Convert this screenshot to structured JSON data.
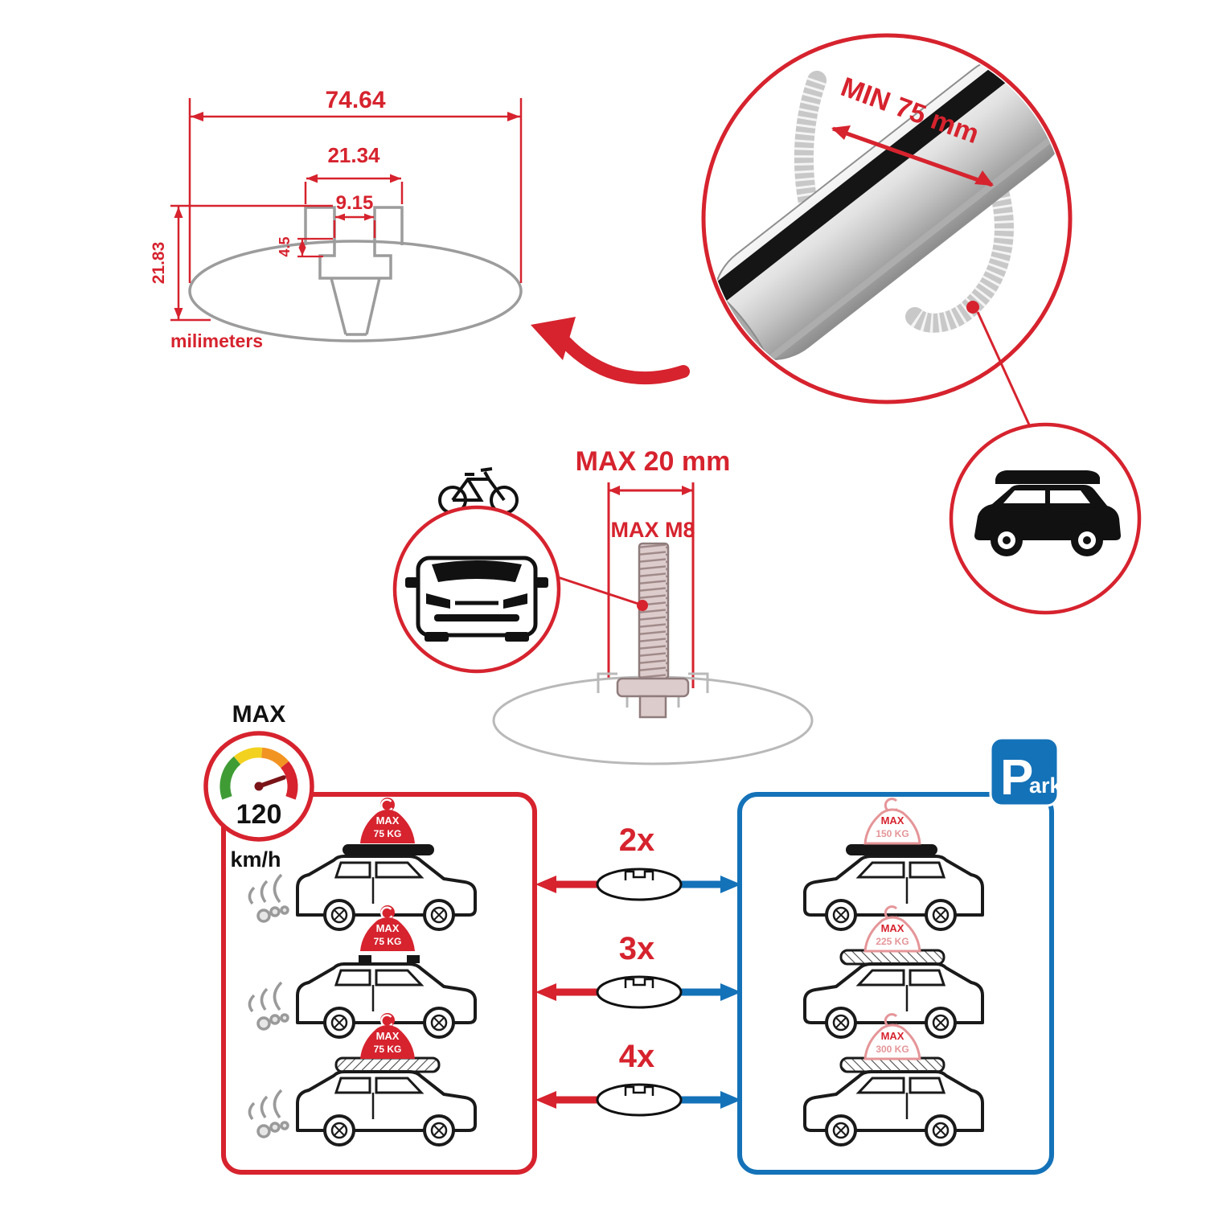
{
  "profile_dimensions": {
    "total_width": "74.64",
    "channel_outer_width": "21.34",
    "channel_opening": "9.15",
    "lip_height": "4.5",
    "total_height": "21.83",
    "unit_label": "milimeters"
  },
  "crossbar_detail": {
    "min_clamp_label": "MIN 75 mm"
  },
  "bolt_spec": {
    "max_width_label": "MAX 20 mm",
    "max_thread_label": "MAX M8"
  },
  "speed_limit": {
    "max_label": "MAX",
    "value": "120",
    "unit": "km/h"
  },
  "parking_sign": {
    "letter": "P",
    "suffix": "ark"
  },
  "multipliers": [
    "2x",
    "3x",
    "4x"
  ],
  "driving_cars": [
    {
      "sign_max": "MAX",
      "sign_load": "75 KG"
    },
    {
      "sign_max": "MAX",
      "sign_load": "75 KG"
    },
    {
      "sign_max": "MAX",
      "sign_load": "75 KG"
    }
  ],
  "parked_cars": [
    {
      "sign_max": "MAX",
      "sign_load": "150 KG"
    },
    {
      "sign_max": "MAX",
      "sign_load": "225 KG"
    },
    {
      "sign_max": "MAX",
      "sign_load": "300 KG"
    }
  ],
  "colors": {
    "red": "#d6232e",
    "blue": "#1472b8",
    "gray": "#9a9a9a",
    "pink": "#e59598",
    "black": "#1a1a1a"
  }
}
